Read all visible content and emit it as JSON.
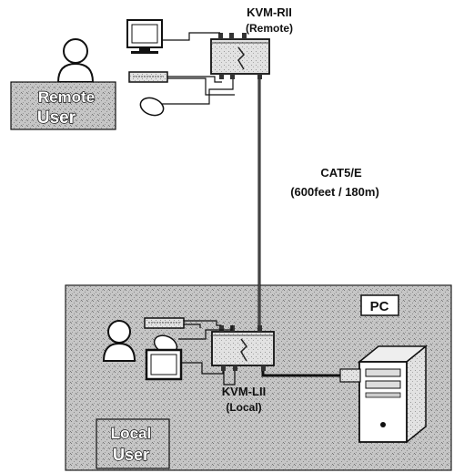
{
  "remote_unit": {
    "name": "KVM-RII",
    "role": "(Remote)"
  },
  "local_unit": {
    "name": "KVM-LII",
    "role": "(Local)"
  },
  "cable": {
    "type": "CAT5/E",
    "length": "(600feet / 180m)"
  },
  "remote_user": {
    "line1": "Remote",
    "line2": "User"
  },
  "local_user": {
    "line1": "Local",
    "line2": "User"
  },
  "pc": {
    "label": "PC"
  },
  "colors": {
    "stipple_bg": "#c8c8c8",
    "line": "#111111"
  }
}
